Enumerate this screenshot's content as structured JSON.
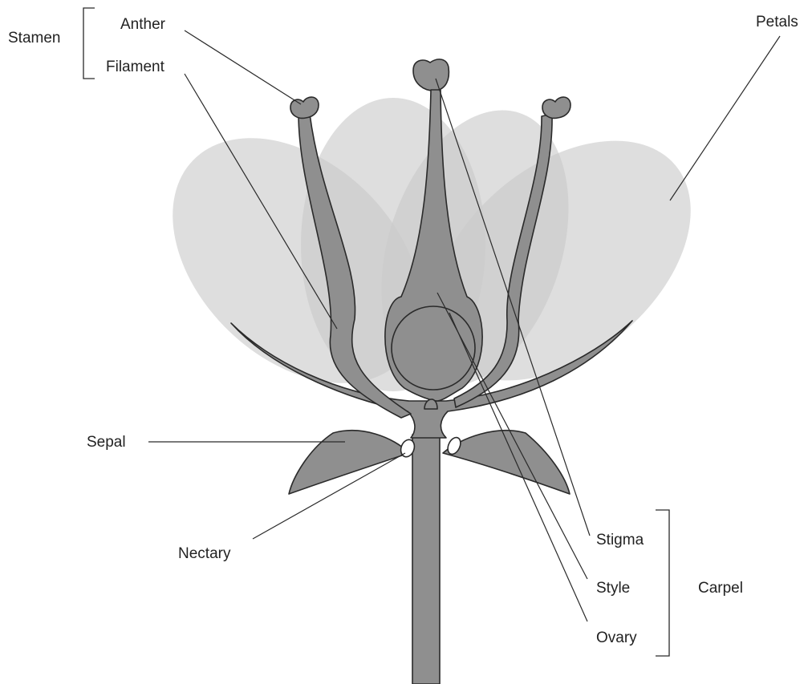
{
  "labels": {
    "stamen": "Stamen",
    "anther": "Anther",
    "filament": "Filament",
    "petals": "Petals",
    "sepal": "Sepal",
    "nectary": "Nectary",
    "stigma": "Stigma",
    "style": "Style",
    "ovary": "Ovary",
    "carpel": "Carpel"
  },
  "colors": {
    "petal_fill": "#c9c9c9",
    "organ_fill": "#8f8f8f",
    "outline": "#2a2a2a",
    "background": "#ffffff"
  }
}
